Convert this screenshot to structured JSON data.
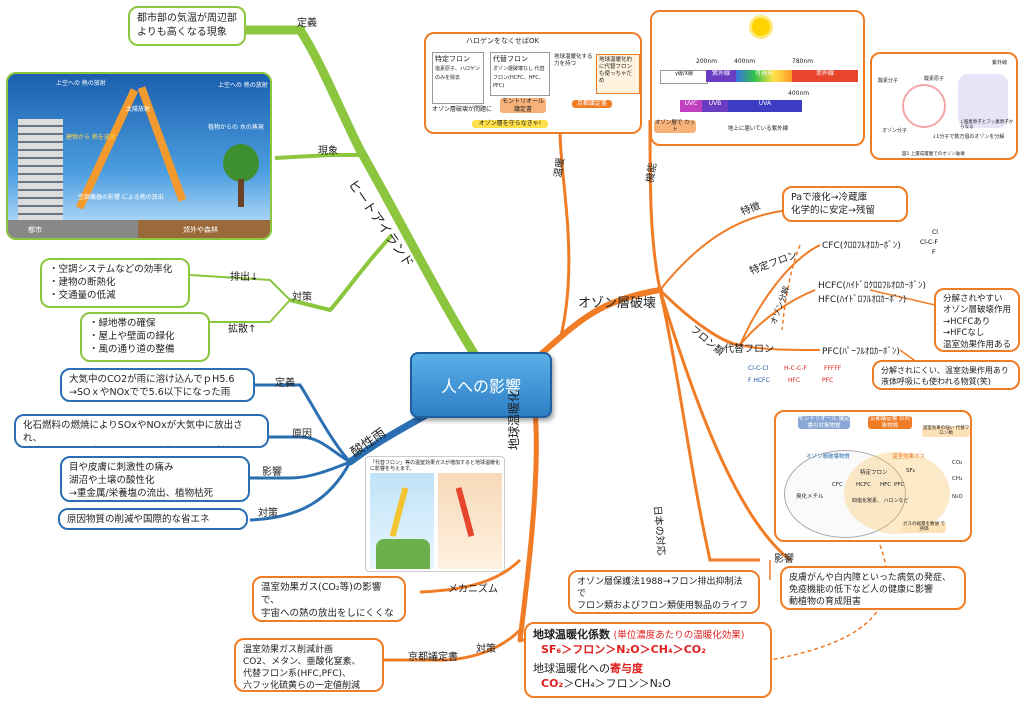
{
  "central": "人への影響",
  "branches": {
    "heat": "ヒートアイランド",
    "acid": "酸性雨",
    "ozone": "オゾン層破壊",
    "warming": "地球温暖化"
  },
  "heat": {
    "def_label": "定義",
    "def_text": "都市部の気温が周辺部\nよりも高くなる現象",
    "phenom_label": "現象",
    "measures_label": "対策",
    "emission_label": "排出↓",
    "emission_text": "・空調システムなどの効率化\n・建物の断熱化\n・交通量の低減",
    "expand_label": "拡散↑",
    "expand_text": "・緑地帯の確保\n・屋上や壁面の緑化\n・風の通り道の整備",
    "img": {
      "up_heat": "上空への\n熱の放射",
      "up_heat2": "上空への\n熱の放射",
      "sun_rad": "太陽放射",
      "building_heat": "建物から\n熱を放射",
      "ac_heat": "空調機器の影響\nによる熱の放出",
      "tree_evap": "植物からの\n水の蒸発",
      "city": "都市",
      "forest": "郊外や森林"
    }
  },
  "acid": {
    "def_label": "定義",
    "def_text": "大気中のCO2が雨に溶け込んでｐH5.6\n→SOｘやNOxでで5.6以下になった雨",
    "cause_label": "原因",
    "cause_text": "化石燃料の燃焼によりSOxやNOxが大気中に放出され、\n硫酸イオン、硝酸イオンなどに変化して強い酸性を示す",
    "impact_label": "影響",
    "impact_text": "目や皮膚に刺激性の痛み\n湖沼や土壌の酸性化\n→重金属/栄養塩の流出、植物枯死",
    "measures_label": "対策",
    "measures_text": "原因物質の削減や国際的な省エネ",
    "img_caption": "「代替フロン」等の温室効果ガスが増加すると地球温暖化に影響を与えます。"
  },
  "ozone": {
    "warming_label": "温暖",
    "function_label": "機能",
    "flon_label": "フロン類",
    "features_label": "特徴",
    "features_text": "Paで液化→冷蔵庫\n化学的に安定→残留",
    "specific_label": "特定フロン",
    "cfc": "CFC(ｸﾛﾛﾌﾙｵﾛｶｰﾎﾞﾝ)",
    "ozone_depl_label": "オゾン分解",
    "hcfc": "HCFC(ﾊｲﾄﾞﾛｸﾛﾛﾌﾙｵﾛｶｰﾎﾞﾝ)",
    "hfc": "HFC(ﾊｲﾄﾞﾛﾌﾙｵﾛｶｰﾎﾞﾝ)",
    "alt_label": "代替フロン",
    "hcfc_note": "分解されやすい\nオゾン層破壊作用\n→HCFCあり\n→HFCなし\n温室効果作用ある",
    "pfc": "PFC(ﾊﾟｰﾌﾙｵﾛｶｰﾎﾞﾝ)",
    "pfc_note": "分解されにくい、温室効果作用あり\n液体呼吸にも使われる物質(笑)",
    "japan_label": "日本の対応",
    "law_text": "オゾン層保護法1988→フロン排出抑制法で\nフロン類およびフロン類使用製品のライフ\nサイクル(生産～廃棄)全体を規制している",
    "impact_label": "影響",
    "impact_text": "皮膚がんや白内障といった病気の発症、\n免疫機能の低下など人の健康に影響\n動植物の育成阻害",
    "diagram_top": {
      "t1": "ハロゲンをなくせばOK",
      "t2": "特定フロン",
      "t3": "塩素原子、ハロゲンのみを除去",
      "t4": "代替フロン",
      "t5": "オゾン層破壊なし 代替フロン(HCFC、HFC、PFC)",
      "t6": "地球温暖化する力を持つ",
      "t7": "地球温暖化的に代替フロンも使っちゃだめ",
      "t8": "オゾン層破壊が問題に",
      "t9": "モントリオール議定書",
      "t10": "京都議定書",
      "t11": "オゾン層を守らなきゃ!"
    },
    "uv": {
      "nm200": "200nm",
      "nm400": "400nm",
      "nm780": "780nm",
      "nm400b": "400nm",
      "label_rays": "γ線/X線",
      "uv": "紫外線",
      "visible": "可視光",
      "ir": "赤外線",
      "uvc": "UVC",
      "uvb": "UVB",
      "uva": "UVA",
      "cut": "オゾン層で\nカット",
      "ground": "地上に届いている紫外線"
    },
    "cycle": {
      "o2": "酸素分子",
      "o": "酸素原子",
      "o3": "オゾン分子",
      "uv": "紫外線",
      "note": "↓塩素原子とフッ素原子からなる",
      "hand": "↓1分子で数万個のオゾンを分解",
      "caption": "図1 上層成層圏でのオゾン破壊"
    },
    "venn": {
      "montreal": "モントリオール\n議定書の対象物質",
      "kyoto": "京都議定書\nの対象物質",
      "note": "温室効果の強い\n代替フロン類",
      "ozone_dep": "オゾン層破壊物質",
      "ghg": "温室効果ガス",
      "flon": "特定フロン",
      "cfc": "CFC",
      "hcfc": "HCFC",
      "hfc": "HFC",
      "pfc": "PFC",
      "sf6": "SF₆",
      "co2": "CO₂",
      "ch4": "CH₄",
      "n2o": "N₂O",
      "methyl": "臭化メチル",
      "halon": "四塩化炭素、\nハロンなど",
      "bottom": "ガスの総量を数値\nで評価"
    }
  },
  "warming": {
    "mech_label": "メカニズム",
    "mech_text": "温室効果ガス(CO₂等)の影響で、\n宇宙への熱の放出をしにくくな\nってきている",
    "measures_label": "対策",
    "kyoto_label": "京都議定書",
    "kyoto_text": "温室効果ガス削減計画\nCO2、メタン、亜酸化窒素、\n代替フロン系(HFC,PFC)、\n六フッ化硫黄らの一定値削減",
    "coef_title": "地球温暖化係数",
    "coef_sub": "(単位濃度あたりの温暖化効果)",
    "coef_order": "SF₆＞フロン＞N₂O＞CH₄＞CO₂",
    "contrib_title_a": "地球温暖化への",
    "contrib_title_b": "寄与度",
    "contrib_order_a": "CO₂",
    "contrib_order_b": "＞CH₄＞フロン＞N₂O"
  },
  "colors": {
    "green": "#8cc63f",
    "blue": "#2a6fb2",
    "orange": "#f07c26",
    "red": "#e02020"
  }
}
